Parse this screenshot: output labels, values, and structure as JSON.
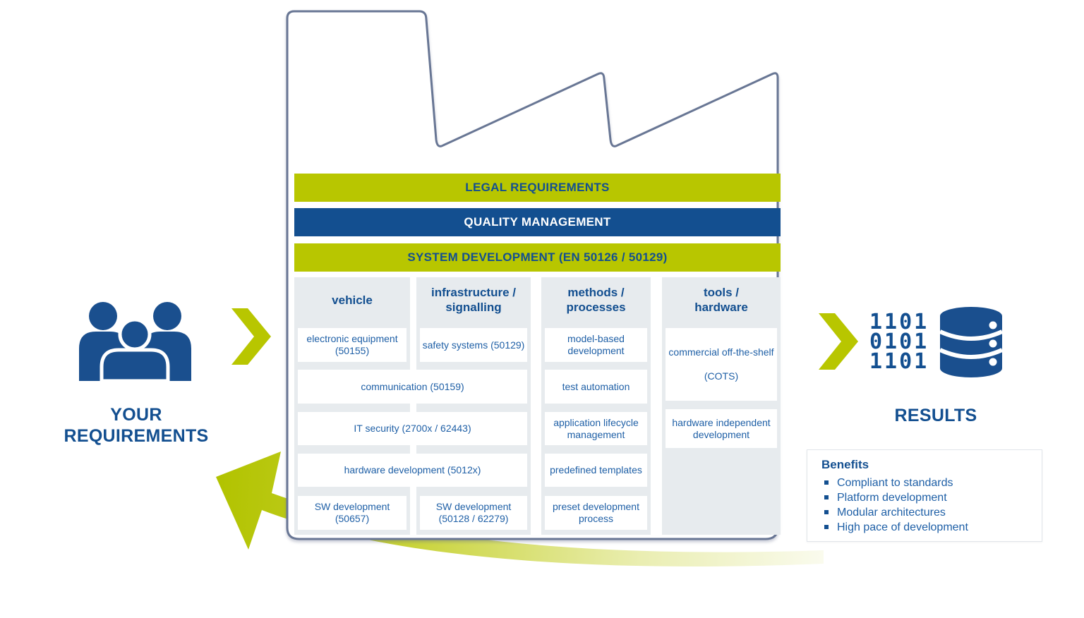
{
  "colors": {
    "green": "#b8c600",
    "blue": "#134f90",
    "text_blue": "#1e5fa6",
    "outline": "#687694",
    "column_bg": "#e7ebee"
  },
  "left_panel": {
    "label": "YOUR REQUIREMENTS",
    "icon": "people-icon"
  },
  "flow": {
    "left_arrow_icon": "chevron-right-icon",
    "right_arrow_icon": "chevron-right-icon",
    "return_arrow_icon": "swoosh-arrow-icon"
  },
  "right_panel": {
    "label": "RESULTS",
    "binary_lines": [
      "1101",
      "0101",
      "1101"
    ],
    "icons": [
      "binary-digits-icon",
      "database-icon"
    ]
  },
  "factory": {
    "icon": "factory-outline",
    "banners": [
      {
        "label": "LEGAL REQUIREMENTS",
        "style": "green"
      },
      {
        "label": "QUALITY MANAGEMENT",
        "style": "blue"
      },
      {
        "label": "SYSTEM DEVELOPMENT (EN 50126 / 50129)",
        "style": "green"
      }
    ],
    "columns": [
      {
        "line1": "vehicle",
        "line2": ""
      },
      {
        "line1": "infrastructure /",
        "line2": "signalling"
      },
      {
        "line1": "methods /",
        "line2": "processes"
      },
      {
        "line1": "tools /",
        "line2": "hardware"
      }
    ],
    "boxes": {
      "electronic_equipment": "electronic equipment (50155)",
      "safety_systems": "safety systems (50129)",
      "communication": "communication (50159)",
      "it_security": "IT security (2700x / 62443)",
      "hardware_development": "hardware development (5012x)",
      "sw_development_vehicle": "SW development (50657)",
      "sw_development_infra": "SW development (50128 / 62279)",
      "model_based": "model-based development",
      "test_automation": "test automation",
      "application_lifecycle": "application lifecycle management",
      "predefined_templates": "predefined templates",
      "preset_process": "preset development process",
      "cots_line1": "commercial off-the-shelf",
      "cots_line2": "(COTS)",
      "hardware_independent": "hardware independent development"
    }
  },
  "benefits": {
    "title": "Benefits",
    "items": [
      "Compliant to standards",
      "Platform development",
      "Modular architectures",
      "High pace of development"
    ]
  }
}
